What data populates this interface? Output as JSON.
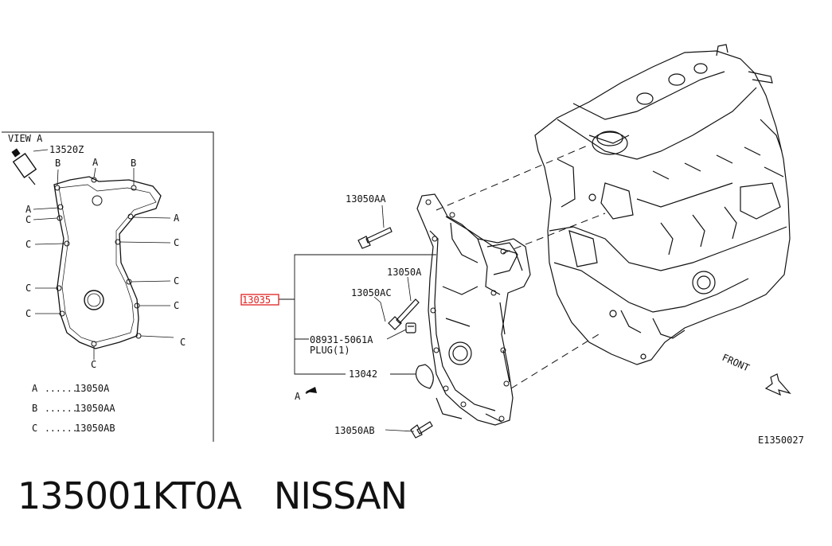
{
  "view": {
    "title": "VIEW A",
    "sensor_part": "13520Z",
    "letters": {
      "A": "A",
      "B": "B",
      "C": "C"
    },
    "legend": [
      {
        "key": "A",
        "dots": "......",
        "part": "13050A"
      },
      {
        "key": "B",
        "dots": "......",
        "part": "13050AA"
      },
      {
        "key": "C",
        "dots": "......",
        "part": "13050AB"
      }
    ]
  },
  "parts": {
    "p13050AA": "13050AA",
    "p13035": "13035",
    "p13050A": "13050A",
    "p13050AC": "13050AC",
    "plug_no": "08931-5061A",
    "plug_name": "PLUG(1)",
    "p13042": "13042",
    "p13050AB": "13050AB",
    "view_marker": "A"
  },
  "front_label": "FRONT",
  "drawing_id": "E1350027",
  "caption": {
    "part_number": "135001KT0A",
    "brand": "NISSAN"
  },
  "colors": {
    "highlight": "#e02020",
    "ink": "#111111"
  }
}
